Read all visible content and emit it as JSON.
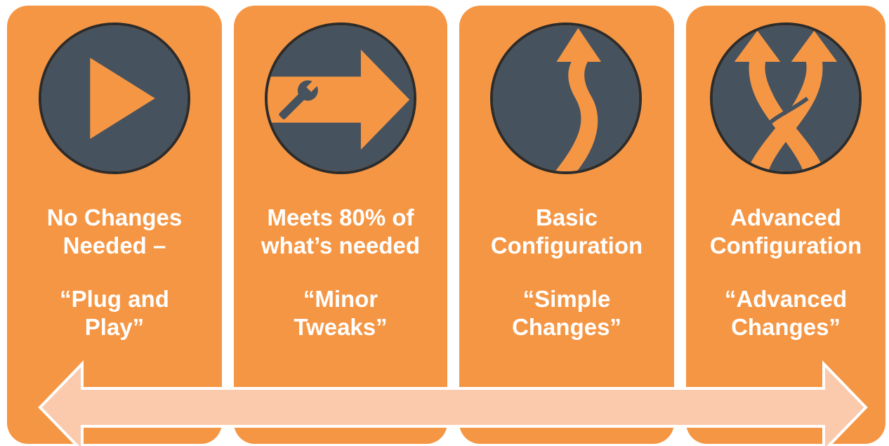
{
  "colors": {
    "panel": "#f59644",
    "icon_bg": "#46525e",
    "icon_border": "#2c2c2c",
    "arrow_fill": "#fbcaad",
    "arrow_stroke": "#ffffff",
    "text": "#ffffff"
  },
  "stages": [
    {
      "icon": "play-icon",
      "title_lines": [
        "No Changes",
        "Needed –"
      ],
      "subtitle_lines": [
        "“Plug and",
        "Play”"
      ]
    },
    {
      "icon": "wrench-arrow-icon",
      "title_lines": [
        "Meets 80% of",
        "what’s needed"
      ],
      "subtitle_lines": [
        "“Minor",
        "Tweaks”"
      ]
    },
    {
      "icon": "curved-arrow-icon",
      "title_lines": [
        "Basic",
        "Configuration"
      ],
      "subtitle_lines": [
        "“Simple",
        "Changes”"
      ]
    },
    {
      "icon": "crossing-arrows-icon",
      "title_lines": [
        "Advanced",
        "Configuration"
      ],
      "subtitle_lines": [
        "“Advanced",
        "Changes”"
      ]
    }
  ]
}
